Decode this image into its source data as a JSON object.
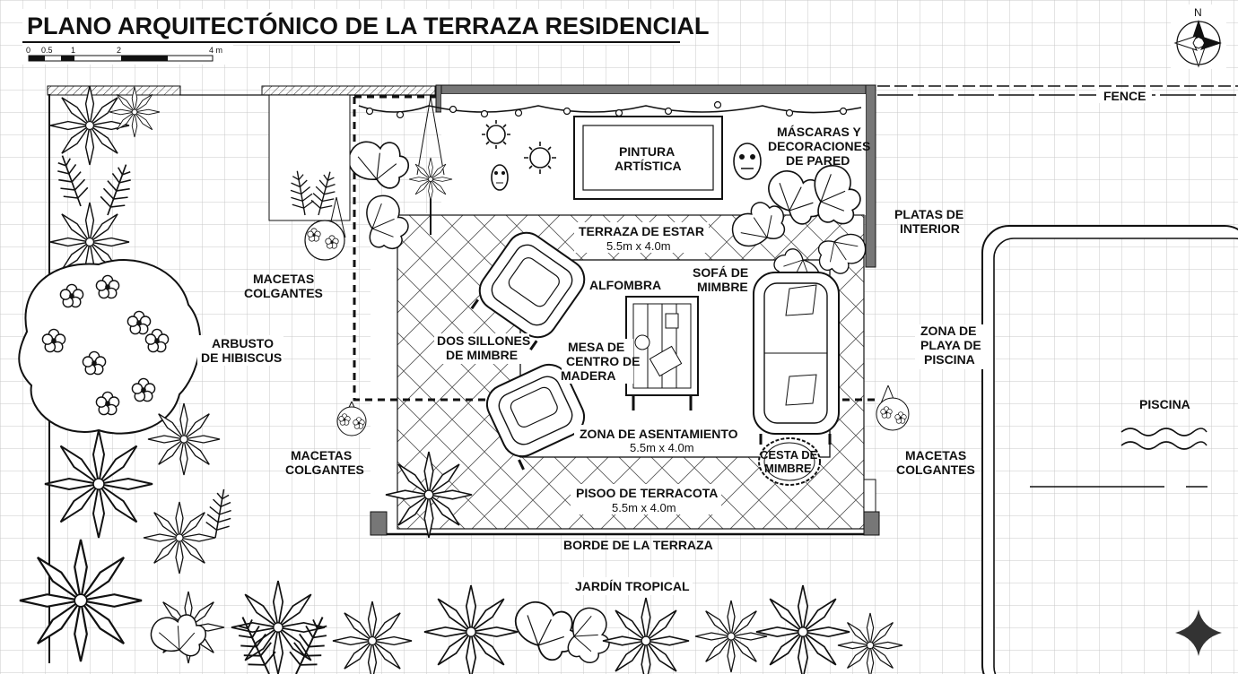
{
  "title": "PLANO ARQUITECTÓNICO DE LA TERRAZA RESIDENCIAL",
  "scale_bar": {
    "ticks": [
      "0",
      "0.5",
      "1",
      "2",
      "4 m"
    ]
  },
  "north": "N",
  "labels": {
    "fence": "FENCE",
    "painting": [
      "PINTURA",
      "ARTÍSTICA"
    ],
    "masks": [
      "MÁSCARAS Y",
      "DECORACIONES",
      "DE PARED"
    ],
    "interior_plants": [
      "PLATAS DE",
      "INTERIOR"
    ],
    "living_terrace": "TERRAZA DE ESTAR",
    "living_terrace_dim": "5.5m x 4.0m",
    "rug": "ALFOMBRA",
    "sofa": [
      "SOFÁ DE",
      "MIMBRE"
    ],
    "hanging_pots_top": [
      "MACETAS",
      "COLGANTES"
    ],
    "hibiscus": [
      "ARBUSTO",
      "DE HIBISCUS"
    ],
    "armchairs": [
      "DOS SILLONES",
      "DE MIMBRE"
    ],
    "coffee_table": [
      "MESA DE",
      "CENTRO DE",
      "MADERA"
    ],
    "pool_deck": [
      "ZONA DE",
      "PLAYA DE",
      "PISCINA"
    ],
    "pool": "PISCINA",
    "seating_zone": "ZONA DE ASENTAMIENTO",
    "seating_zone_dim": "5.5m x 4.0m",
    "basket": [
      "CESTA DE",
      "MIMBRE"
    ],
    "hanging_pots_left": [
      "MACETAS",
      "COLGANTES"
    ],
    "hanging_pots_right": [
      "MACETAS",
      "COLGANTES"
    ],
    "floor": "PISOO DE TERRACOTA",
    "floor_dim": "5.5m x 4.0m",
    "terrace_edge": "BORDE DE LA TERRAZA",
    "garden": "JARDÍN TROPICAL"
  },
  "colors": {
    "ink": "#111111",
    "grid": "#c9c9c9",
    "paper": "#ffffff"
  }
}
